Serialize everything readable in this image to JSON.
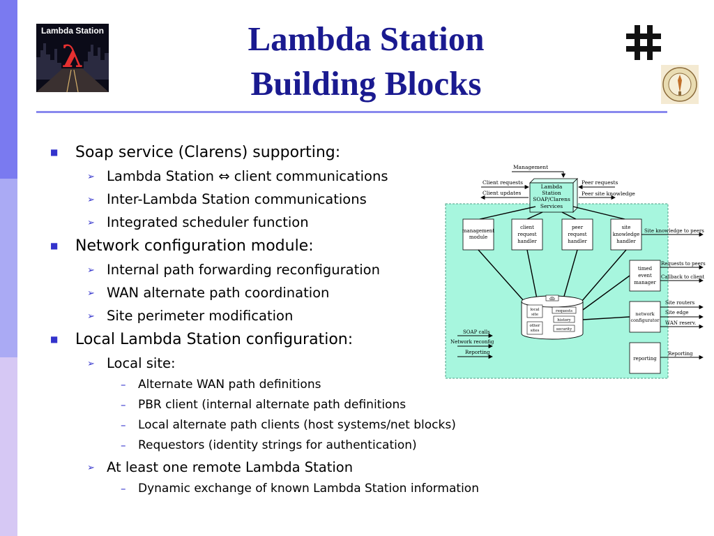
{
  "slide": {
    "title_line1": "Lambda Station",
    "title_line2": "Building Blocks",
    "logo_text": "Lambda Station",
    "logo_symbol": "λ"
  },
  "colors": {
    "title": "#1a1a90",
    "rule": "#8888ee",
    "bullet_marker": "#3333cc",
    "side_band_top": "#7a7af0",
    "side_band_mid": "#aaaaf4",
    "side_band_bottom": "#d6c8f4",
    "diagram_fill": "#a7f6de"
  },
  "icons": {
    "level1": "square-bullet-icon",
    "level2": "arrow-bullet-icon",
    "level3": "dash-bullet-icon"
  },
  "bullets": [
    {
      "text": "Soap service (Clarens) supporting:",
      "children": [
        {
          "text": "Lambda Station ⇔ client communications"
        },
        {
          "text": "Inter-Lambda Station communications"
        },
        {
          "text": "Integrated scheduler function"
        }
      ]
    },
    {
      "text": "Network configuration module:",
      "children": [
        {
          "text": "Internal path forwarding reconfiguration"
        },
        {
          "text": "WAN alternate path coordination"
        },
        {
          "text": "Site perimeter modification"
        }
      ]
    },
    {
      "text": "Local Lambda Station configuration:",
      "children": [
        {
          "text": "Local site:",
          "children": [
            {
              "text": "Alternate WAN path definitions"
            },
            {
              "text": "PBR client (internal alternate path definitions"
            },
            {
              "text": "Local alternate path clients (host systems/net blocks)"
            },
            {
              "text": "Requestors (identity strings for authentication)"
            }
          ]
        },
        {
          "text": "At least one remote Lambda Station",
          "children": [
            {
              "text": "Dynamic exchange of known Lambda Station information"
            }
          ]
        }
      ]
    }
  ],
  "diagram": {
    "soap_box": [
      "Lambda",
      "Station",
      "SOAP/Clarens",
      "Services"
    ],
    "management": "Management",
    "client_requests": "Client requests",
    "client_updates": "Client updates",
    "peer_requests": "Peer requests",
    "peer_site_knowledge": "Peer site knowledge",
    "modules": {
      "management": [
        "management",
        "module"
      ],
      "client_handler": [
        "client",
        "request",
        "handler"
      ],
      "peer_handler": [
        "peer",
        "request",
        "handler"
      ],
      "site_knowledge": [
        "site",
        "knowledge",
        "handler"
      ],
      "timed_event": [
        "timed",
        "event",
        "manager"
      ],
      "network_configurator": [
        "network",
        "configurator"
      ],
      "reporting": "reporting"
    },
    "db": {
      "label": "db",
      "local_site": [
        "local",
        "site"
      ],
      "other_sites": [
        "other",
        "sites"
      ],
      "requests": "requests",
      "history": "history",
      "security": "security"
    },
    "outputs": {
      "site_knowledge_to_peers": "Site knowledge to peers",
      "requests_to_peers": "Requests to peers",
      "callback_to_client": "Callback to client",
      "site_routers": "Site routers",
      "site_edge": "Site edge",
      "wan_reserv": "WAN reserv.",
      "reporting": "Reporting"
    },
    "inputs": {
      "soap_calls": "SOAP calls",
      "network_reconfig": "Network reconfig",
      "reporting": "Reporting"
    }
  }
}
